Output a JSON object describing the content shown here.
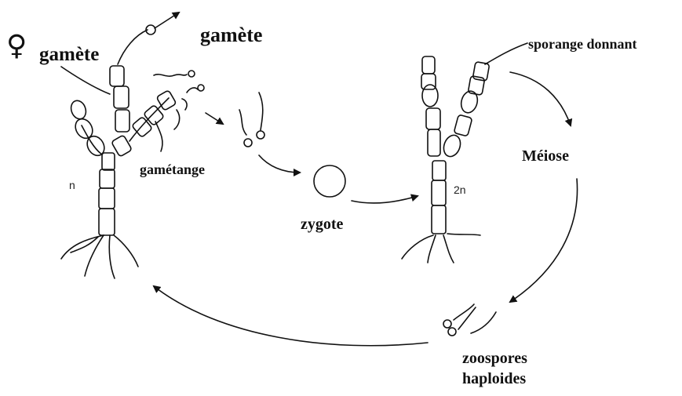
{
  "labels": {
    "female_symbol": "♀",
    "female_gamete": "gamète",
    "male_gamete": "gamète",
    "gametange": "gamétange",
    "haploid_n": "n",
    "zygote": "zygote",
    "diploid_2n": "2n",
    "sporange": "sporange donnant",
    "meiose": "Méiose",
    "zoospores_line1": "zoospores",
    "zoospores_line2": "haploides"
  },
  "colors": {
    "ink": "#111111",
    "background": "#ffffff"
  }
}
